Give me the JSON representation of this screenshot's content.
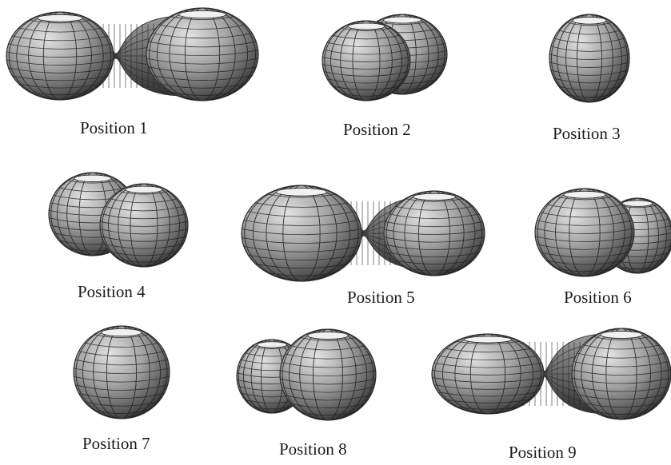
{
  "figure": {
    "positions": [
      {
        "id": 1,
        "label": "Position 1",
        "shape": "peanut-necked",
        "larger_lobe": "right"
      },
      {
        "id": 2,
        "label": "Position 2",
        "shape": "two-overlapping-spheres",
        "front_lobe": "left"
      },
      {
        "id": 3,
        "label": "Position 3",
        "shape": "single-sphere"
      },
      {
        "id": 4,
        "label": "Position 4",
        "shape": "two-overlapping-spheres",
        "front_lobe": "right"
      },
      {
        "id": 5,
        "label": "Position 5",
        "shape": "peanut-necked",
        "larger_lobe": "left"
      },
      {
        "id": 6,
        "label": "Position 6",
        "shape": "two-overlapping-spheres",
        "front_lobe": "left"
      },
      {
        "id": 7,
        "label": "Position 7",
        "shape": "single-sphere"
      },
      {
        "id": 8,
        "label": "Position 8",
        "shape": "two-overlapping-spheres",
        "front_lobe": "right"
      },
      {
        "id": 9,
        "label": "Position 9",
        "shape": "peanut-necked",
        "larger_lobe": "right"
      }
    ],
    "colors": {
      "surface_light": "#d6d6d6",
      "surface_mid": "#8e8e8e",
      "surface_dark": "#3a3a3a",
      "mesh_line": "#222222",
      "background": "#ffffff"
    }
  }
}
